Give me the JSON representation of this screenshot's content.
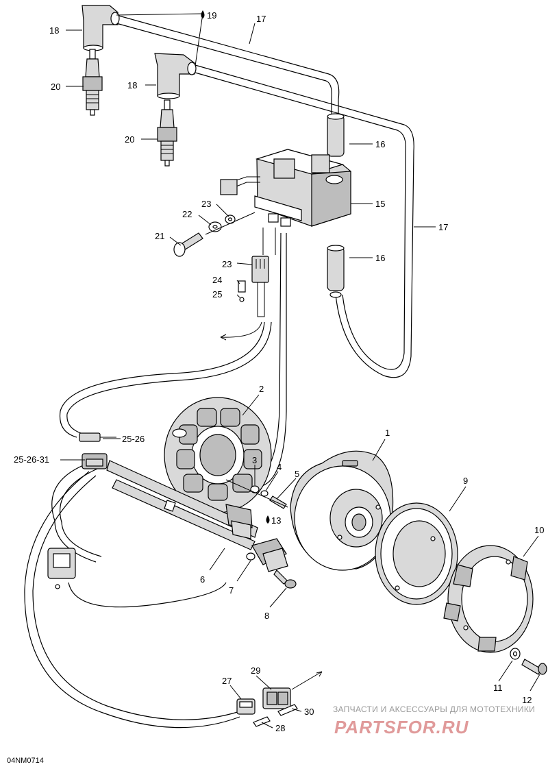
{
  "diagram_code": "04NM0714",
  "watermark": {
    "tagline": "ЗАПЧАСТИ И АКСЕССУАРЫ ДЛЯ МОТОТЕХНИКИ",
    "logo": "PARTSFOR.RU"
  },
  "labels": {
    "p1": "1",
    "p2": "2",
    "p3": "3",
    "p4": "4",
    "p5": "5",
    "p6": "6",
    "p7": "7",
    "p8": "8",
    "p9": "9",
    "p10": "10",
    "p11": "11",
    "p12": "12",
    "p13": "13",
    "p15": "15",
    "p16a": "16",
    "p16b": "16",
    "p17a": "17",
    "p17b": "17",
    "p18a": "18",
    "p18b": "18",
    "p19": "19",
    "p20a": "20",
    "p20b": "20",
    "p21": "21",
    "p22": "22",
    "p23a": "23",
    "p23b": "23",
    "p24": "24",
    "p25": "25",
    "p2526": "25-26",
    "p252631": "25-26-31",
    "p27": "27",
    "p28": "28",
    "p29": "29",
    "p30": "30"
  }
}
